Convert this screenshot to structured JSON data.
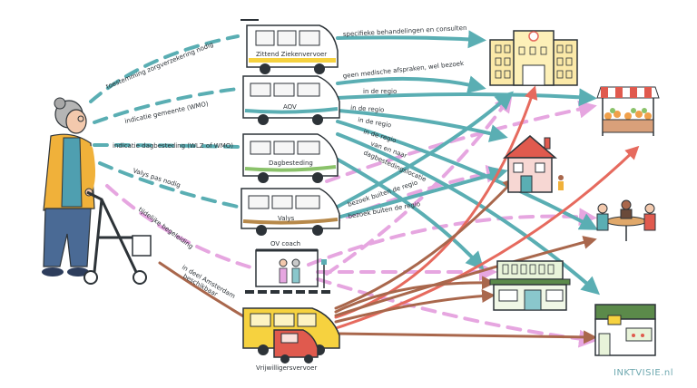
{
  "brand": "INKTVISIE.nl",
  "colors": {
    "teal": "#5aaeb3",
    "pink": "#e6a6e0",
    "salmon": "#e66a5e",
    "brown": "#a9674c",
    "yellow": "#f6d23f",
    "ink": "#2d3338"
  },
  "left_labels": [
    "toestemming zorgverzekering nodig",
    "indicatie gemeente (WMO)",
    "indicatie dagbesteding (WLZ of WMO)",
    "Valys pas nodig",
    "tijdelijke begeleiding",
    "in deel Amsterdam beschikbaar"
  ],
  "transport": [
    {
      "label": "Zittend Ziekenvervoer"
    },
    {
      "label": "AOV"
    },
    {
      "label": "Dagbesteding"
    },
    {
      "label": "Valys"
    },
    {
      "label": "OV coach"
    },
    {
      "label": "Vrijwilligersvervoer"
    }
  ],
  "route_labels": [
    "specifieke behandelingen en consulten",
    "geen medische afspraken, wel bezoek",
    "in de regio",
    "in de regio",
    "in de regio",
    "in de regio",
    "van en naar",
    "dagbestedingslocatie",
    "bezoek buiten de regio",
    "bezoek buiten de regio"
  ],
  "destinations": [
    {
      "icon": "hospital-icon"
    },
    {
      "icon": "market-stall-icon"
    },
    {
      "icon": "house-icon"
    },
    {
      "icon": "cafe-table-icon"
    },
    {
      "icon": "day-care-building-icon"
    },
    {
      "icon": "shop-icon"
    }
  ]
}
